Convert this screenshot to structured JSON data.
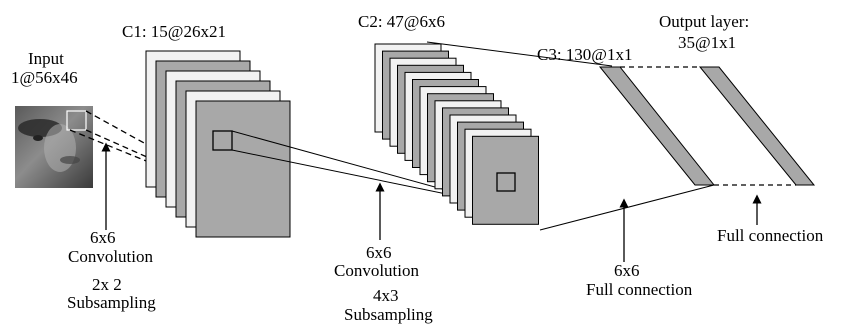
{
  "labels": {
    "input_title": "Input",
    "input_dims": "1@56x46",
    "c1": "C1: 15@26x21",
    "c2": "C2: 47@6x6",
    "c3": "C3: 130@1x1",
    "output_title": "Output layer:",
    "output_dims": "35@1x1"
  },
  "ops": {
    "op1_kernel": "6x6",
    "op1_conv": "Convolution",
    "op1_sub_size": "2x 2",
    "op1_sub": "Subsampling",
    "op2_kernel": "6x6",
    "op2_conv": "Convolution",
    "op2_sub_size": "4x3",
    "op2_sub": "Subsampling",
    "op3_kernel": "6x6",
    "op3_full": "Full connection",
    "op4_full": "Full connection"
  },
  "colors": {
    "map_light": "#f2f2f2",
    "map_gray": "#a8a8a8",
    "stroke": "#000000"
  },
  "stacks": {
    "c1_map_count": 6,
    "c2_map_count": 14
  }
}
